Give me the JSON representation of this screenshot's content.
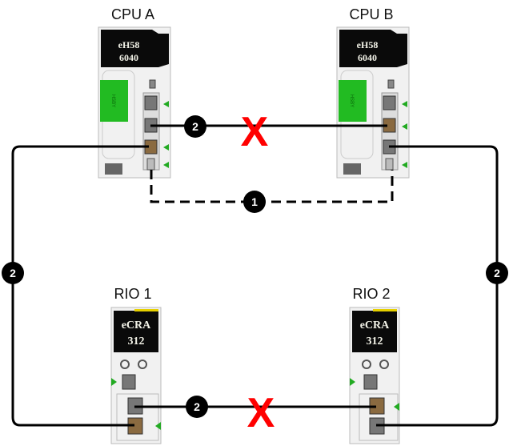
{
  "diagram": {
    "devices": {
      "cpu_a": {
        "label": "CPU A",
        "model_line1": "eH58",
        "model_line2": "6040",
        "side_label": "HSBY"
      },
      "cpu_b": {
        "label": "CPU B",
        "model_line1": "eH58",
        "model_line2": "6040",
        "side_label": "HSBY"
      },
      "rio_1": {
        "label": "RIO 1",
        "model_line1": "eCRA",
        "model_line2": "312"
      },
      "rio_2": {
        "label": "RIO 2",
        "model_line1": "eCRA",
        "model_line2": "312"
      }
    },
    "callouts": {
      "hsby_link": "1",
      "cpu_link": "2",
      "left_ring": "2",
      "right_ring": "2",
      "rio_link": "2"
    },
    "break_marks": {
      "cpu_link_break": "X",
      "rio_link_break": "X"
    },
    "colors": {
      "line": "#000000",
      "break": "#ff0000",
      "led": "#22aa22",
      "module_body": "#f1f1f1",
      "module_header": "#0a0a0a",
      "hsby_panel": "#22bb22"
    }
  }
}
